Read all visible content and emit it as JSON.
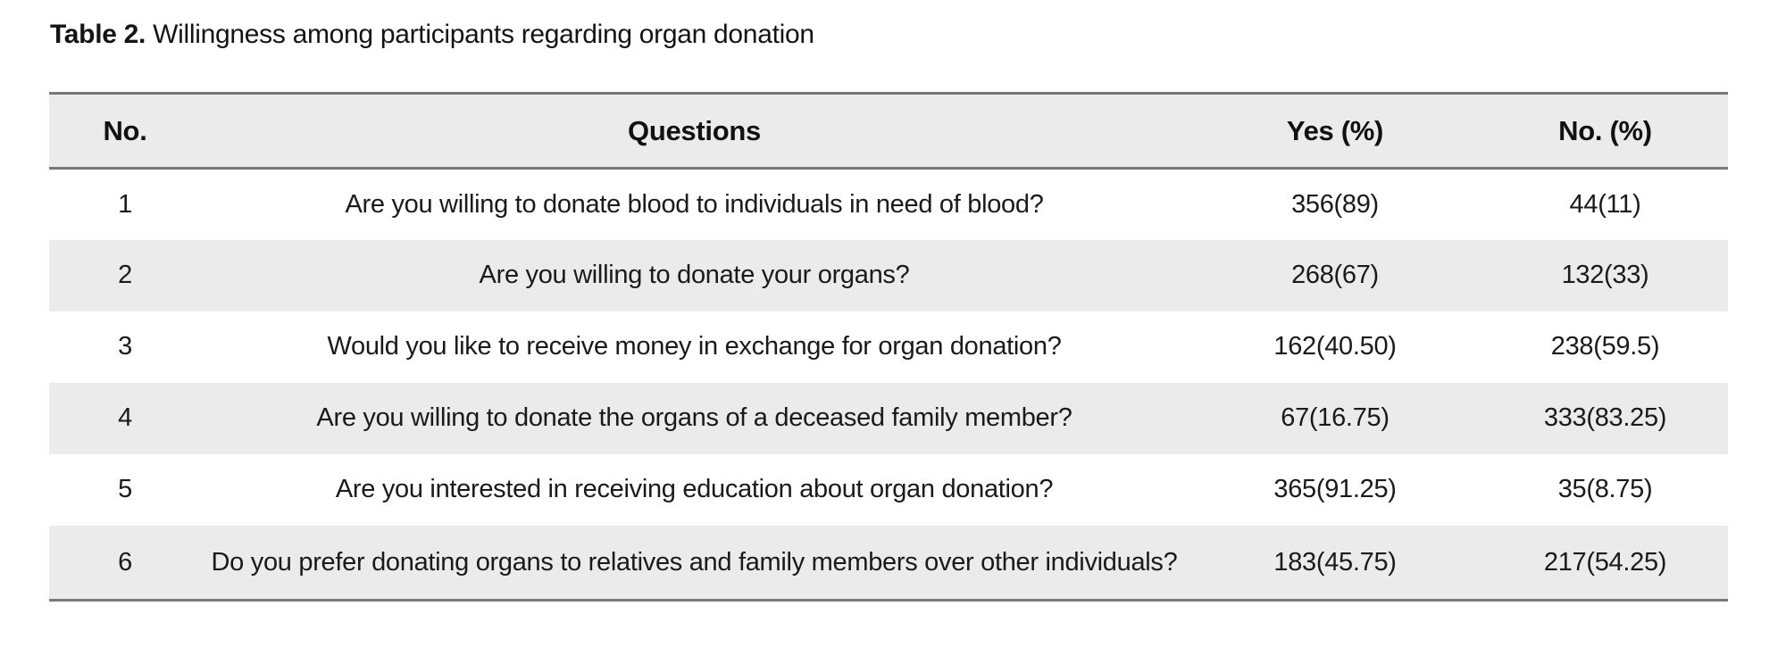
{
  "caption": {
    "label": "Table 2.",
    "text": " Willingness among participants regarding organ donation"
  },
  "table": {
    "columns": [
      "No.",
      "Questions",
      "Yes (%)",
      "No. (%)"
    ],
    "rows": [
      {
        "no": "1",
        "question": "Are you willing to donate blood to individuals in need of blood?",
        "yes": "356(89)",
        "no_pct": "44(11)"
      },
      {
        "no": "2",
        "question": "Are you willing to donate your organs?",
        "yes": "268(67)",
        "no_pct": "132(33)"
      },
      {
        "no": "3",
        "question": "Would you like to receive money in exchange for organ donation?",
        "yes": "162(40.50)",
        "no_pct": "238(59.5)"
      },
      {
        "no": "4",
        "question": "Are you willing to donate the organs of a deceased family member?",
        "yes": "67(16.75)",
        "no_pct": "333(83.25)"
      },
      {
        "no": "5",
        "question": "Are you interested in receiving education about organ donation?",
        "yes": "365(91.25)",
        "no_pct": "35(8.75)"
      },
      {
        "no": "6",
        "question": "Do you prefer donating organs to relatives and family members over other individuals?",
        "yes": "183(45.75)",
        "no_pct": "217(54.25)"
      }
    ]
  },
  "colors": {
    "stripe": "#ebebeb",
    "rule": "#787878",
    "text": "#1a1a1a"
  },
  "chart_data": {
    "type": "table",
    "title": "Table 2. Willingness among participants regarding organ donation",
    "columns": [
      "No.",
      "Questions",
      "Yes (%)",
      "No. (%)"
    ],
    "rows": [
      [
        "1",
        "Are you willing to donate blood to individuals in need of blood?",
        "356(89)",
        "44(11)"
      ],
      [
        "2",
        "Are you willing to donate your organs?",
        "268(67)",
        "132(33)"
      ],
      [
        "3",
        "Would you like to receive money in exchange for organ donation?",
        "162(40.50)",
        "238(59.5)"
      ],
      [
        "4",
        "Are you willing to donate the organs of a deceased family member?",
        "67(16.75)",
        "333(83.25)"
      ],
      [
        "5",
        "Are you interested in receiving education about organ donation?",
        "365(91.25)",
        "35(8.75)"
      ],
      [
        "6",
        "Do you prefer donating organs to relatives and family members over other individuals?",
        "183(45.75)",
        "217(54.25)"
      ]
    ]
  }
}
